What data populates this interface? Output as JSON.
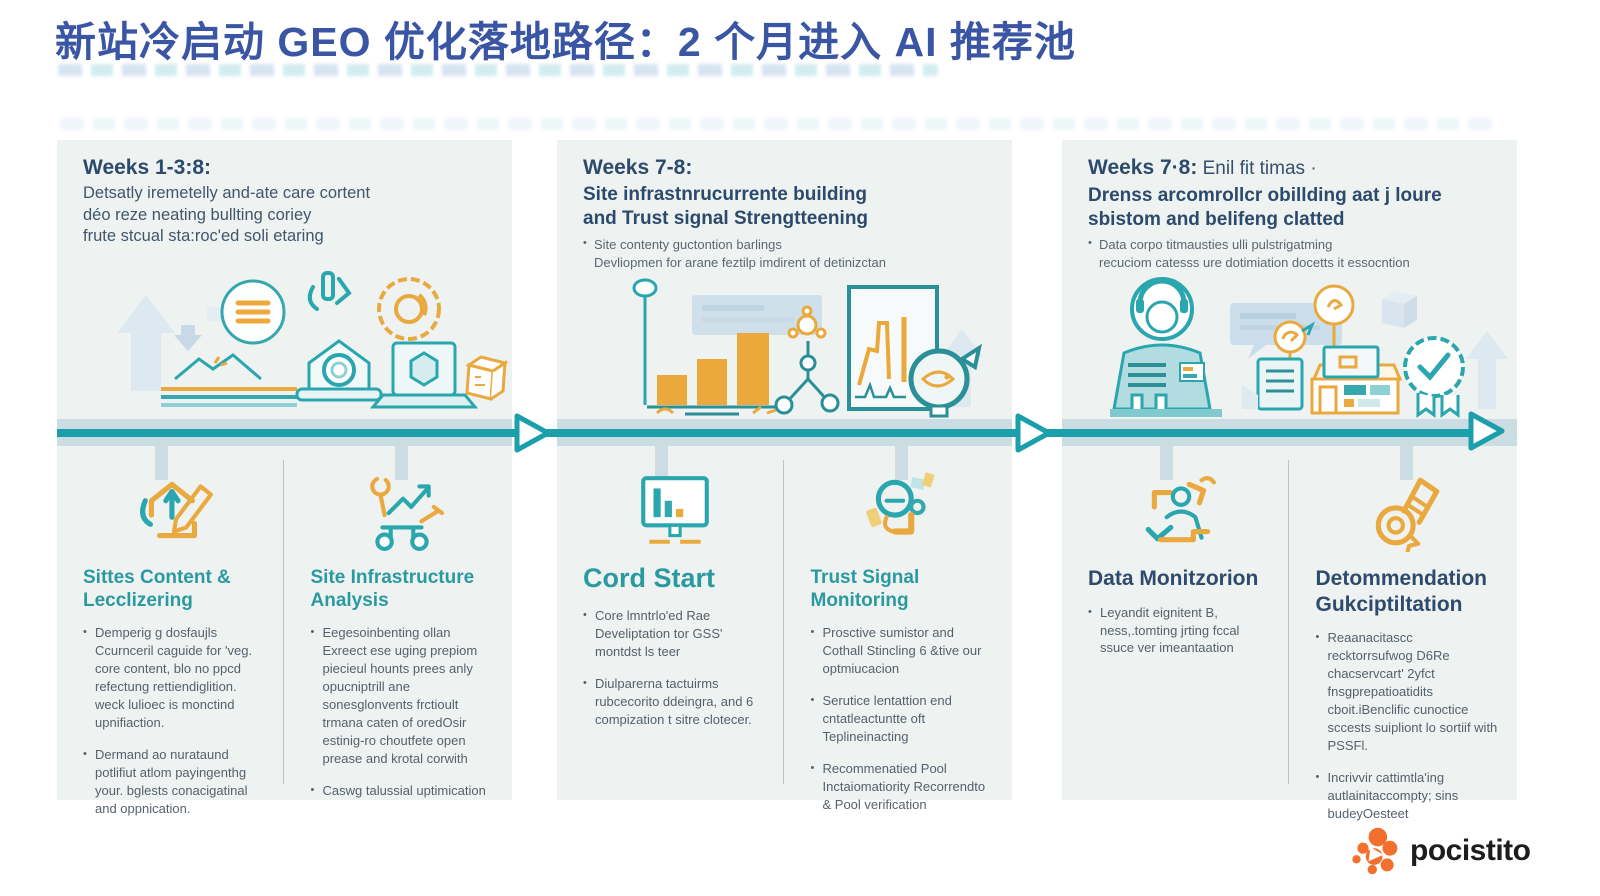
{
  "title": "新站冷启动 GEO 优化落地路径：2 个月进入 AI 推荐池",
  "colors": {
    "title_blue": "#3a55a3",
    "accent_teal": "#1b9faa",
    "accent_orange": "#eba93c",
    "heading_navy": "#2c4a6b",
    "heading_teal": "#2b9aa0",
    "panel_bg": "#eef2f1",
    "timeline_band": "#ccdce3",
    "body_text": "#55616c"
  },
  "timeline": {
    "direction": "left-to-right",
    "arrow_count": 3
  },
  "panels": [
    {
      "week_label": "Weeks 1-3:8:",
      "week_suffix": "",
      "subtitle": "Detsatly iremetelly and-ate care cortent\ndéo reze neating bullting coriey\nfrute stcual sta:roc'ed soli etaring",
      "header_bullet": "",
      "illustration": "content-creation-scene",
      "columns": [
        {
          "icon": "content-localization-icon",
          "heading": "Sittes Content &\nLecclizering",
          "bullets": [
            "Demperig g dosfaujls Ccurnceril caguide for 'veg. core content, blo no ppcd refectung rettiendiglition. weck lulioec is monctind upnifiaction.",
            "Dermand ao nurataund potlifiut atlom payingenthg your. bglests conacigatinal and oppnication."
          ]
        },
        {
          "icon": "site-infrastructure-icon",
          "heading": "Site Infrastructure\nAnalysis",
          "bullets": [
            "Eegesoinbenting ollan Exreect ese uging prepiom piecieul hounts prees anly opucniptrill ane sonesglonvents frctioult trmana caten of oredOsir estinig-ro choutfete open prease and krotal corwith",
            "Caswg talussial uptimication"
          ]
        }
      ]
    },
    {
      "week_label": "Weeks 7-8:",
      "week_suffix": "",
      "subtitle": "Site infrastnrucurrente building\nand Trust signal Strengtteening",
      "header_bullet": "Site contenty guctontion barlings\nDevliopmen for arane feztilp imdirent of detinizctan",
      "illustration": "growth-chart-scene",
      "columns": [
        {
          "icon": "cold-start-monitor-icon",
          "heading": "Cord Start",
          "bullets": [
            "Core lmntrlo'ed Rae Develiptation tor GSS' montdst ls teer",
            "Diulparerna tactuirms rubcecorito ddeingra, and 6 compization t sitre clotecer."
          ]
        },
        {
          "icon": "trust-signal-icon",
          "heading": "Trust Signal\nMonitoring",
          "bullets": [
            "Prosctive sumistor and Cothall Stincling 6 &tive our optmiucacion",
            "Serutice lentattion end cntatleactuntte oft Teplineinacting",
            "Recommenatied Pool Inctaiomatiority Recorrendto & Pool verification"
          ]
        }
      ]
    },
    {
      "week_label": "Weeks 7·8:",
      "week_suffix": " Enil fit timas ·",
      "subtitle": "Drenss arcomrollcr obillding aat j loure\nsbistom and belifeng clatted",
      "header_bullet": "Data corpo titmausties ulli pulstrigatming\nrecuciom catesss ure dotimiation docetts it essocntion",
      "illustration": "support-adoption-scene",
      "columns": [
        {
          "icon": "data-monitoring-icon",
          "heading": "Data Monitzorion",
          "bullets": [
            "Leyandit eignitent B, ness,.tomting jrting fccal ssuce ver imeantaation"
          ]
        },
        {
          "icon": "recommendation-medal-icon",
          "heading": "Detommendation\nGukciptiltation",
          "bullets": [
            "Reaanacitascc recktorrsufwog D6Re chacservcart' 2yfct fnsgprepatioatidits cboit.iBenclific cunoctice sccests suipliont lo sortiif with PSSFl.",
            "Incrivvir cattimtla'ing autlainitaccompty; sins budeyOesteet"
          ]
        }
      ]
    }
  ],
  "logo": {
    "text": "pocistito",
    "mark": "orange-cluster-logo-icon"
  }
}
